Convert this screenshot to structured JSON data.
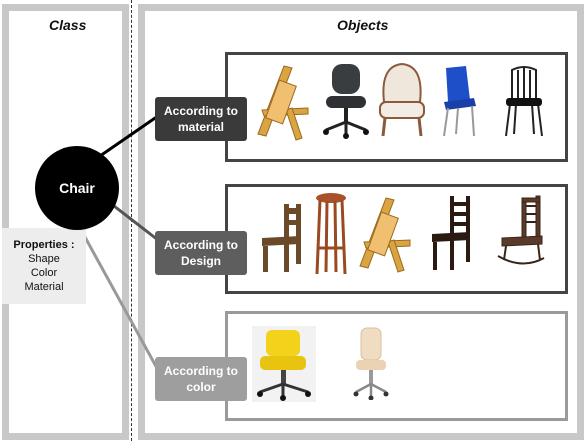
{
  "class_panel": {
    "title": "Class"
  },
  "objects_panel": {
    "title": "Objects"
  },
  "class_node": {
    "label": "Chair",
    "properties_heading": "Properties :",
    "properties": [
      "Shape",
      "Color",
      "Material"
    ]
  },
  "groups": [
    {
      "label_line1": "According to",
      "label_line2": "material",
      "items": [
        "deck-chair-icon",
        "office-chair-icon",
        "armchair-icon",
        "blue-plastic-chair-icon",
        "metal-chair-icon"
      ]
    },
    {
      "label_line1": "According to",
      "label_line2": "Design",
      "items": [
        "wooden-chair-icon",
        "bar-stool-icon",
        "deck-chair-icon",
        "ladder-back-chair-icon",
        "rocking-chair-icon"
      ]
    },
    {
      "label_line1": "According to",
      "label_line2": "color",
      "items": [
        "yellow-office-chair-icon",
        "beige-office-chair-icon"
      ]
    }
  ],
  "colors": {
    "panel_border": "#c8c8c8",
    "label_dark": "#3a3a3a",
    "label_mid": "#5e5e5e",
    "label_light": "#9e9e9e",
    "node": "#000000"
  }
}
